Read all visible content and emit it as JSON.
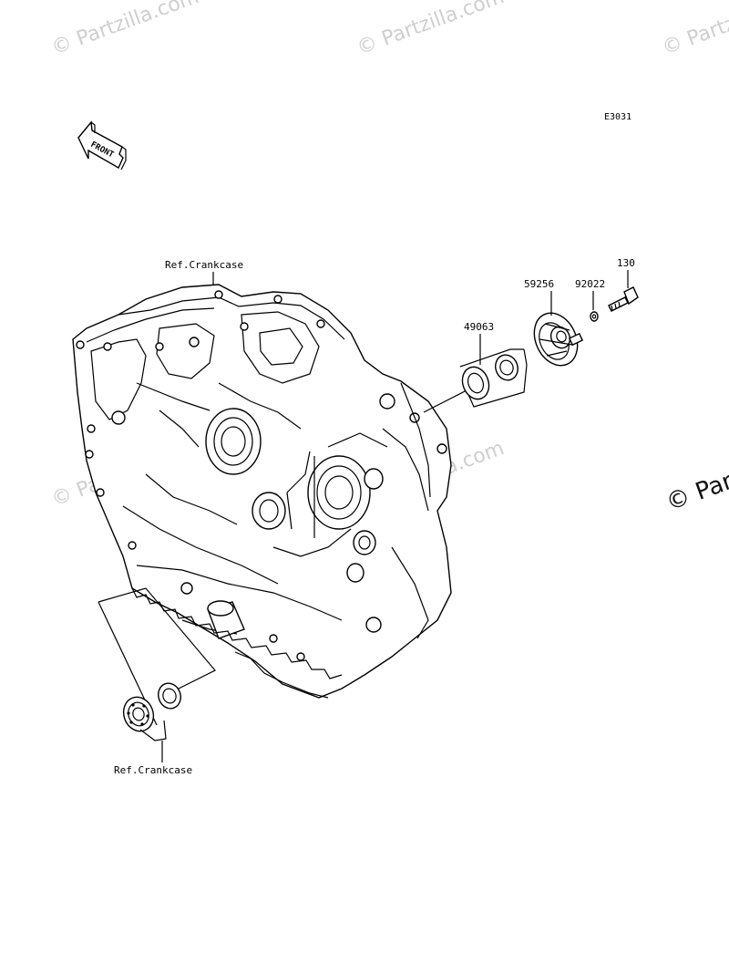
{
  "diagram_code": "E3031",
  "front_label": "FRONT",
  "watermarks": {
    "text": "© Partzilla.com",
    "partial_right": "© Par"
  },
  "callouts": {
    "ref_crankcase_top": "Ref.Crankcase",
    "ref_crankcase_bottom": "Ref.Crankcase",
    "part_49063": "49063",
    "part_59256": "59256",
    "part_92022": "92022",
    "part_130": "130"
  }
}
